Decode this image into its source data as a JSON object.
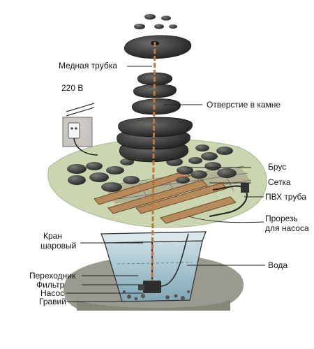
{
  "labels": {
    "copper_tube": "Медная трубка",
    "voltage": "220 В",
    "stone_hole": "Отверстие в камне",
    "beam": "Брус",
    "mesh": "Сетка",
    "pvc_pipe": "ПВХ труба",
    "pump_slot_line1": "Прорезь",
    "pump_slot_line2": "для насоса",
    "valve_line1": "Кран",
    "valve_line2": "шаровый",
    "water": "Вода",
    "adapter": "Переходник",
    "filter": "Фильтр",
    "pump": "Насос",
    "gravel": "Гравий"
  },
  "colors": {
    "stone_dark": "#2a2a2a",
    "stone_mid": "#4a4a48",
    "timber": "#b68a5a",
    "copper": "#c0783a",
    "water": "#a9c6d2",
    "ground": "#9a9a8e",
    "grass": "#c9d6b0"
  }
}
